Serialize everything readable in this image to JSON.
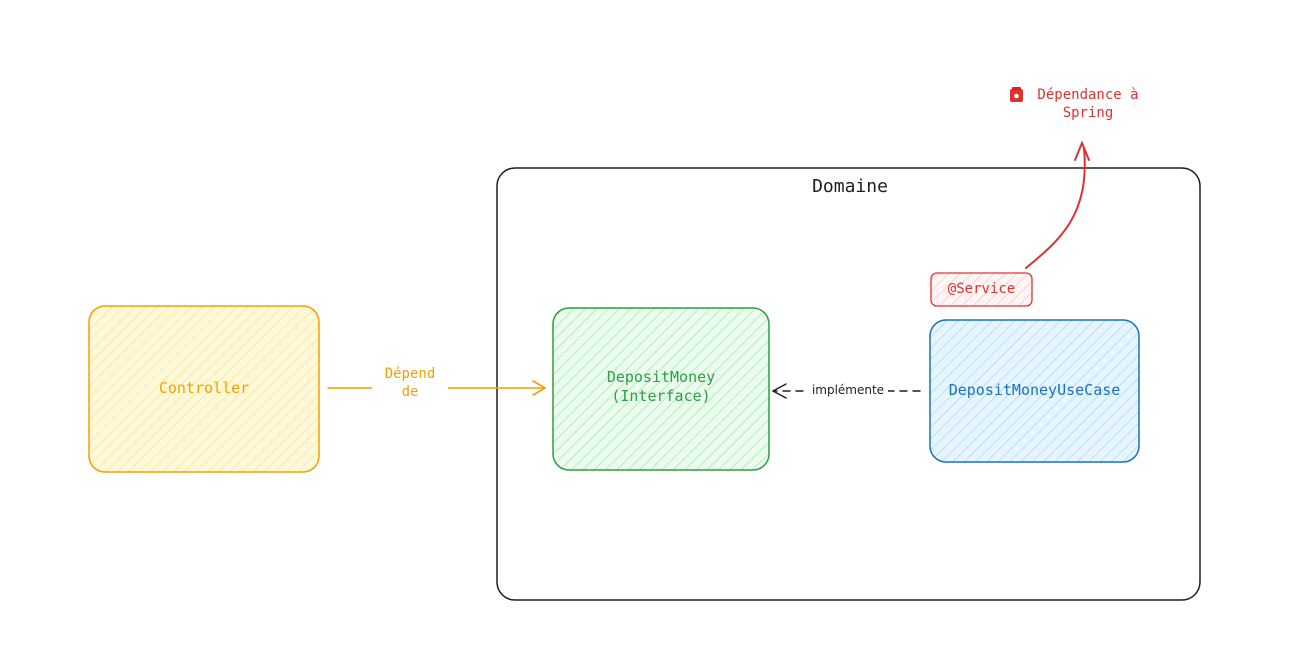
{
  "frame": {
    "title": "Domaine"
  },
  "nodes": {
    "controller": {
      "label": "Controller",
      "stroke": "#f59f00",
      "fill": "#ffec99"
    },
    "deposit_money": {
      "label": "DepositMoney\n(Interface)",
      "stroke": "#2f9e44",
      "fill": "#b2f2bb"
    },
    "deposit_money_use_case": {
      "label": "DepositMoneyUseCase",
      "stroke": "#1971c2",
      "fill": "#a5d8ff"
    },
    "service_tag": {
      "label": "@Service",
      "stroke": "#e03131",
      "fill": "#ffc9c9"
    }
  },
  "edges": {
    "depend": {
      "label": "Dépend\nde",
      "color": "#f59f00"
    },
    "implemente": {
      "label": "implémente",
      "color": "#1e1e1e"
    },
    "spring": {
      "color": "#e03131"
    }
  },
  "annotation": {
    "icon": "siren-icon",
    "text": "Dépendance à\nSpring"
  }
}
